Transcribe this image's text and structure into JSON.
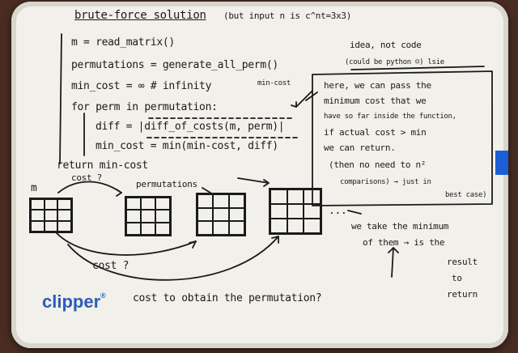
{
  "board": {
    "title": "brute-force solution",
    "title_note": "(but input n is c^nt=3x3)",
    "code": [
      "m = read_matrix()",
      "permutations = generate_all_perm()",
      "min_cost = ∞ # infinity",
      "for perm in permutation:",
      "diff = |diff_of_costs(m, perm)|",
      "min_cost = min(min-cost, diff)",
      "return min-cost"
    ],
    "min_cost_tag": "min-cost",
    "idea_note_1": "idea, not code",
    "idea_note_2": "(could be python ☺) lsie",
    "box_note": [
      "here, we can pass the",
      "minimum cost that we",
      "have so far inside the function,",
      "if actual cost > min",
      "we can return.",
      "(then no need to n²",
      "comparisons) → just in",
      "best case)"
    ],
    "m_label": "m",
    "cost_label": "cost ?",
    "permutations_label": "permutations",
    "ellipsis": "...",
    "cost_q": "cost ?",
    "bottom_q": "cost to obtain the permutation?",
    "take_min": [
      "we take the minimum",
      "of them → is the"
    ],
    "result": [
      "result",
      "to",
      "return"
    ],
    "logo": "clipper",
    "logo_mark": "®"
  },
  "colors": {
    "ink": "#1b1a1c",
    "board": "#f1f0ea",
    "frame": "#4a2d22",
    "tape": "#1a5fd6",
    "logo": "#2e5cb8"
  }
}
